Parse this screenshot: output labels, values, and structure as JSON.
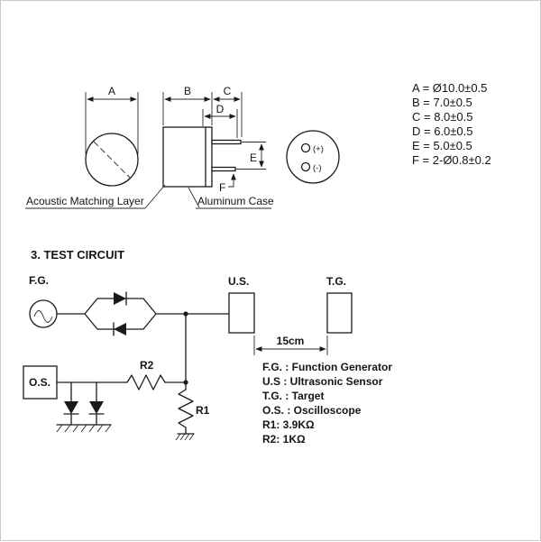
{
  "mechanical": {
    "dim_a": "A",
    "dim_b": "B",
    "dim_c": "C",
    "dim_d": "D",
    "dim_e": "E",
    "dim_f": "F",
    "terminal_plus": "(+)",
    "terminal_minus": "(-)",
    "acoustic_label": "Acoustic Matching Layer",
    "case_label": "Aluminum Case",
    "dim_table": [
      "A = Ø10.0±0.5",
      "B = 7.0±0.5",
      "C = 8.0±0.5",
      "D = 6.0±0.5",
      "E = 5.0±0.5",
      "F = 2-Ø0.8±0.2"
    ]
  },
  "circuit": {
    "section_title": "3. TEST CIRCUIT",
    "fg_label": "F.G.",
    "us_label": "U.S.",
    "tg_label": "T.G.",
    "os_label": "O.S.",
    "r2_label": "R2",
    "r1_label": "R1",
    "distance_label": "15cm",
    "legend": [
      "F.G. : Function Generator",
      "U.S : Ultrasonic Sensor",
      "T.G. : Target",
      "O.S. : Oscilloscope",
      "R1: 3.9KΩ",
      "R2: 1KΩ"
    ]
  }
}
